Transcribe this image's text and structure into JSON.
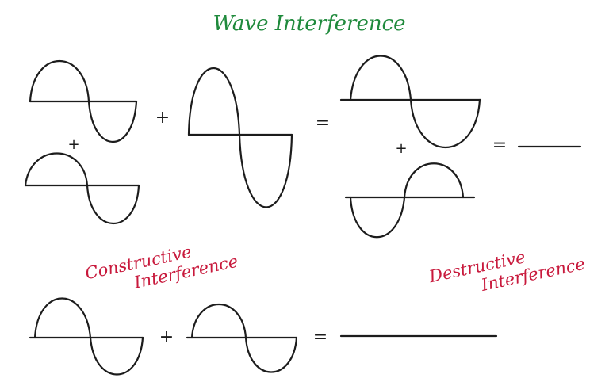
{
  "title": "Wave Interference",
  "labels": {
    "constructive_line1": "Constructive",
    "constructive_line2": "Interference",
    "destructive_line1": "Destructive",
    "destructive_line2": "Interference"
  },
  "operators": {
    "plus": "+",
    "equals": "="
  },
  "colors": {
    "title": "#1f8a3c",
    "labels": "#c8193c",
    "ink": "#1c1c1c"
  }
}
